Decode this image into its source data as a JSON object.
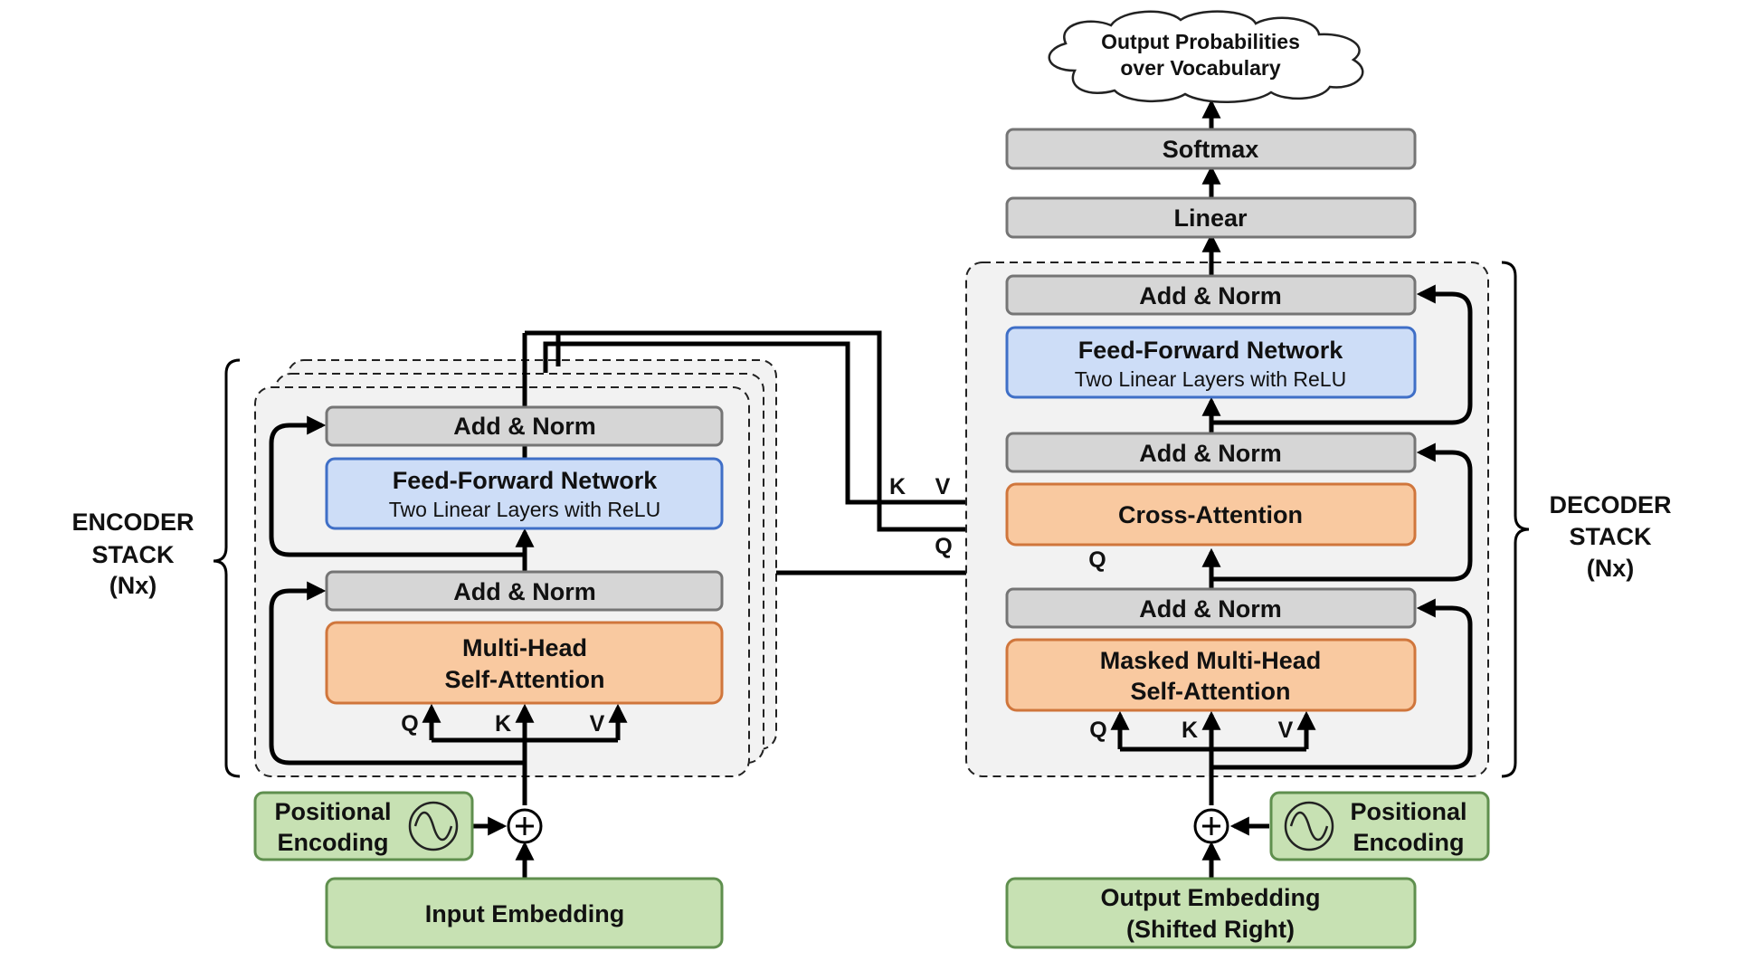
{
  "colors": {
    "gray_fill": "#d6d6d6",
    "gray_stroke": "#757575",
    "blue_fill": "#cdddf7",
    "blue_stroke": "#3f6fc7",
    "orange_fill": "#f9c9a0",
    "orange_stroke": "#d0763c",
    "green_fill": "#c7e1b3",
    "green_stroke": "#5f8f4e",
    "stack_fill": "#f2f2f2",
    "line": "#000000"
  },
  "encoder": {
    "stack_label": [
      "ENCODER",
      "STACK",
      "(Nx)"
    ],
    "add_norm_top": "Add & Norm",
    "ffn_title": "Feed-Forward Network",
    "ffn_sub": "Two Linear Layers with ReLU",
    "add_norm_bottom": "Add & Norm",
    "attention": [
      "Multi-Head",
      "Self-Attention"
    ],
    "q": "Q",
    "k": "K",
    "v": "V",
    "positional": [
      "Positional",
      "Encoding"
    ],
    "embedding": "Input Embedding"
  },
  "decoder": {
    "stack_label": [
      "DECODER",
      "STACK",
      "(Nx)"
    ],
    "output_cloud": [
      "Output Probabilities",
      "over Vocabulary"
    ],
    "softmax": "Softmax",
    "linear": "Linear",
    "add_norm_top": "Add & Norm",
    "ffn_title": "Feed-Forward Network",
    "ffn_sub": "Two Linear Layers with ReLU",
    "add_norm_mid": "Add & Norm",
    "cross_attention": "Cross-Attention",
    "add_norm_bottom": "Add & Norm",
    "masked_attention": [
      "Masked Multi-Head",
      "Self-Attention"
    ],
    "q": "Q",
    "k": "K",
    "v": "V",
    "cross_k": "K",
    "cross_v": "V",
    "cross_q": "Q",
    "cross_q_in": "Q",
    "positional": [
      "Positional",
      "Encoding"
    ],
    "embedding": [
      "Output Embedding",
      "(Shifted Right)"
    ]
  },
  "icons": {
    "sum": "plus-circle-icon",
    "positional": "sine-wave-icon",
    "output": "cloud-icon"
  }
}
